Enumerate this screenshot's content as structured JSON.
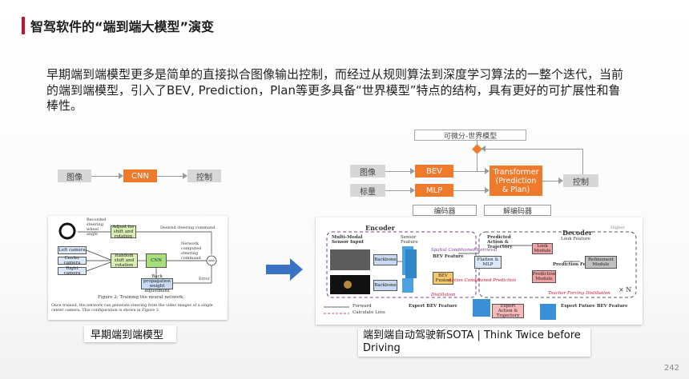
{
  "slide": {
    "title": "智驾软件的“端到端大模型”演变",
    "body": "早期端到端模型更多是简单的直接拟合图像输出控制，而经过从规则算法到深度学习算法的一整个迭代，当前的端到端模型，引入了BEV, Prediction，Plan等更多具备“世界模型”特点的结构，具有更好的可扩展性和鲁棒性。",
    "page_number": "242",
    "accent_color": "#c8102e",
    "orange_color": "#f07a2c"
  },
  "left_flow": {
    "input": "图像",
    "model": "CNN",
    "output": "控制"
  },
  "right_flow": {
    "world_model": "可微分-世界模型",
    "input_image": "图像",
    "input_scalar": "标量",
    "bev": "BEV",
    "mlp": "MLP",
    "transformer": "Transformer\n(Prediction\n& Plan)",
    "output": "控制",
    "encoder_label": "编码器",
    "decoder_label": "解编码器"
  },
  "left_figure": {
    "steering_label": "Recorded steering wheel angle",
    "adjust_label": "Adjust for shift and rotation",
    "desired_label": "Desired steering command",
    "left_cam": "Left camera",
    "center_cam": "Center camera",
    "right_cam": "Right camera",
    "random_label": "Random shift and rotation",
    "cnn_label": "CNN",
    "network_label": "Network computed steering command",
    "error_label": "Error",
    "backprop_label": "Back propagation weight adjustment",
    "fig_caption": "Figure 2: Training the neural network.",
    "footnote": "Once trained, the network can generate steering from the video images of a single center camera. This configuration is shown in Figure 3.",
    "caption": "早期端到端模型"
  },
  "right_figure": {
    "encoder": "Encoder",
    "decoder": "Decoder",
    "multi_modal": "Multi-Modal Sensor Input",
    "sensor_feature": "Sensor Feature",
    "backbone_1": "Backbone",
    "backbone_2": "Backbone",
    "bev_feature": "BEV Feature",
    "spatial_retrieval": "Spatial Conditioned Retrieval",
    "flatten_mlp": "Flatten & MLP",
    "bev_fusion": "BEV Fusion",
    "action_cond": "Action Conditioned Prediction",
    "predicted_action": "Predicted Action & Trajectory",
    "look_module": "Look Module",
    "look_feature": "Look Feature",
    "prediction_module": "Prediction Module",
    "prediction_feature": "Prediction Feature",
    "refinement_module": "Refinement Module",
    "higher": "Higher",
    "times_n": "× N",
    "distillation": "Distillation",
    "teacher_forcing": "Teacher Forcing Distillation",
    "forward": "Forward",
    "calc_loss": "Calculate Loss",
    "expert_bev": "Expert BEV Feature",
    "expert_action": "Expert Action & Trajectory",
    "expert_future_bev": "Expert Future BEV Feature",
    "caption": "端到端自动驾驶新SOTA | Think Twice before Driving"
  }
}
